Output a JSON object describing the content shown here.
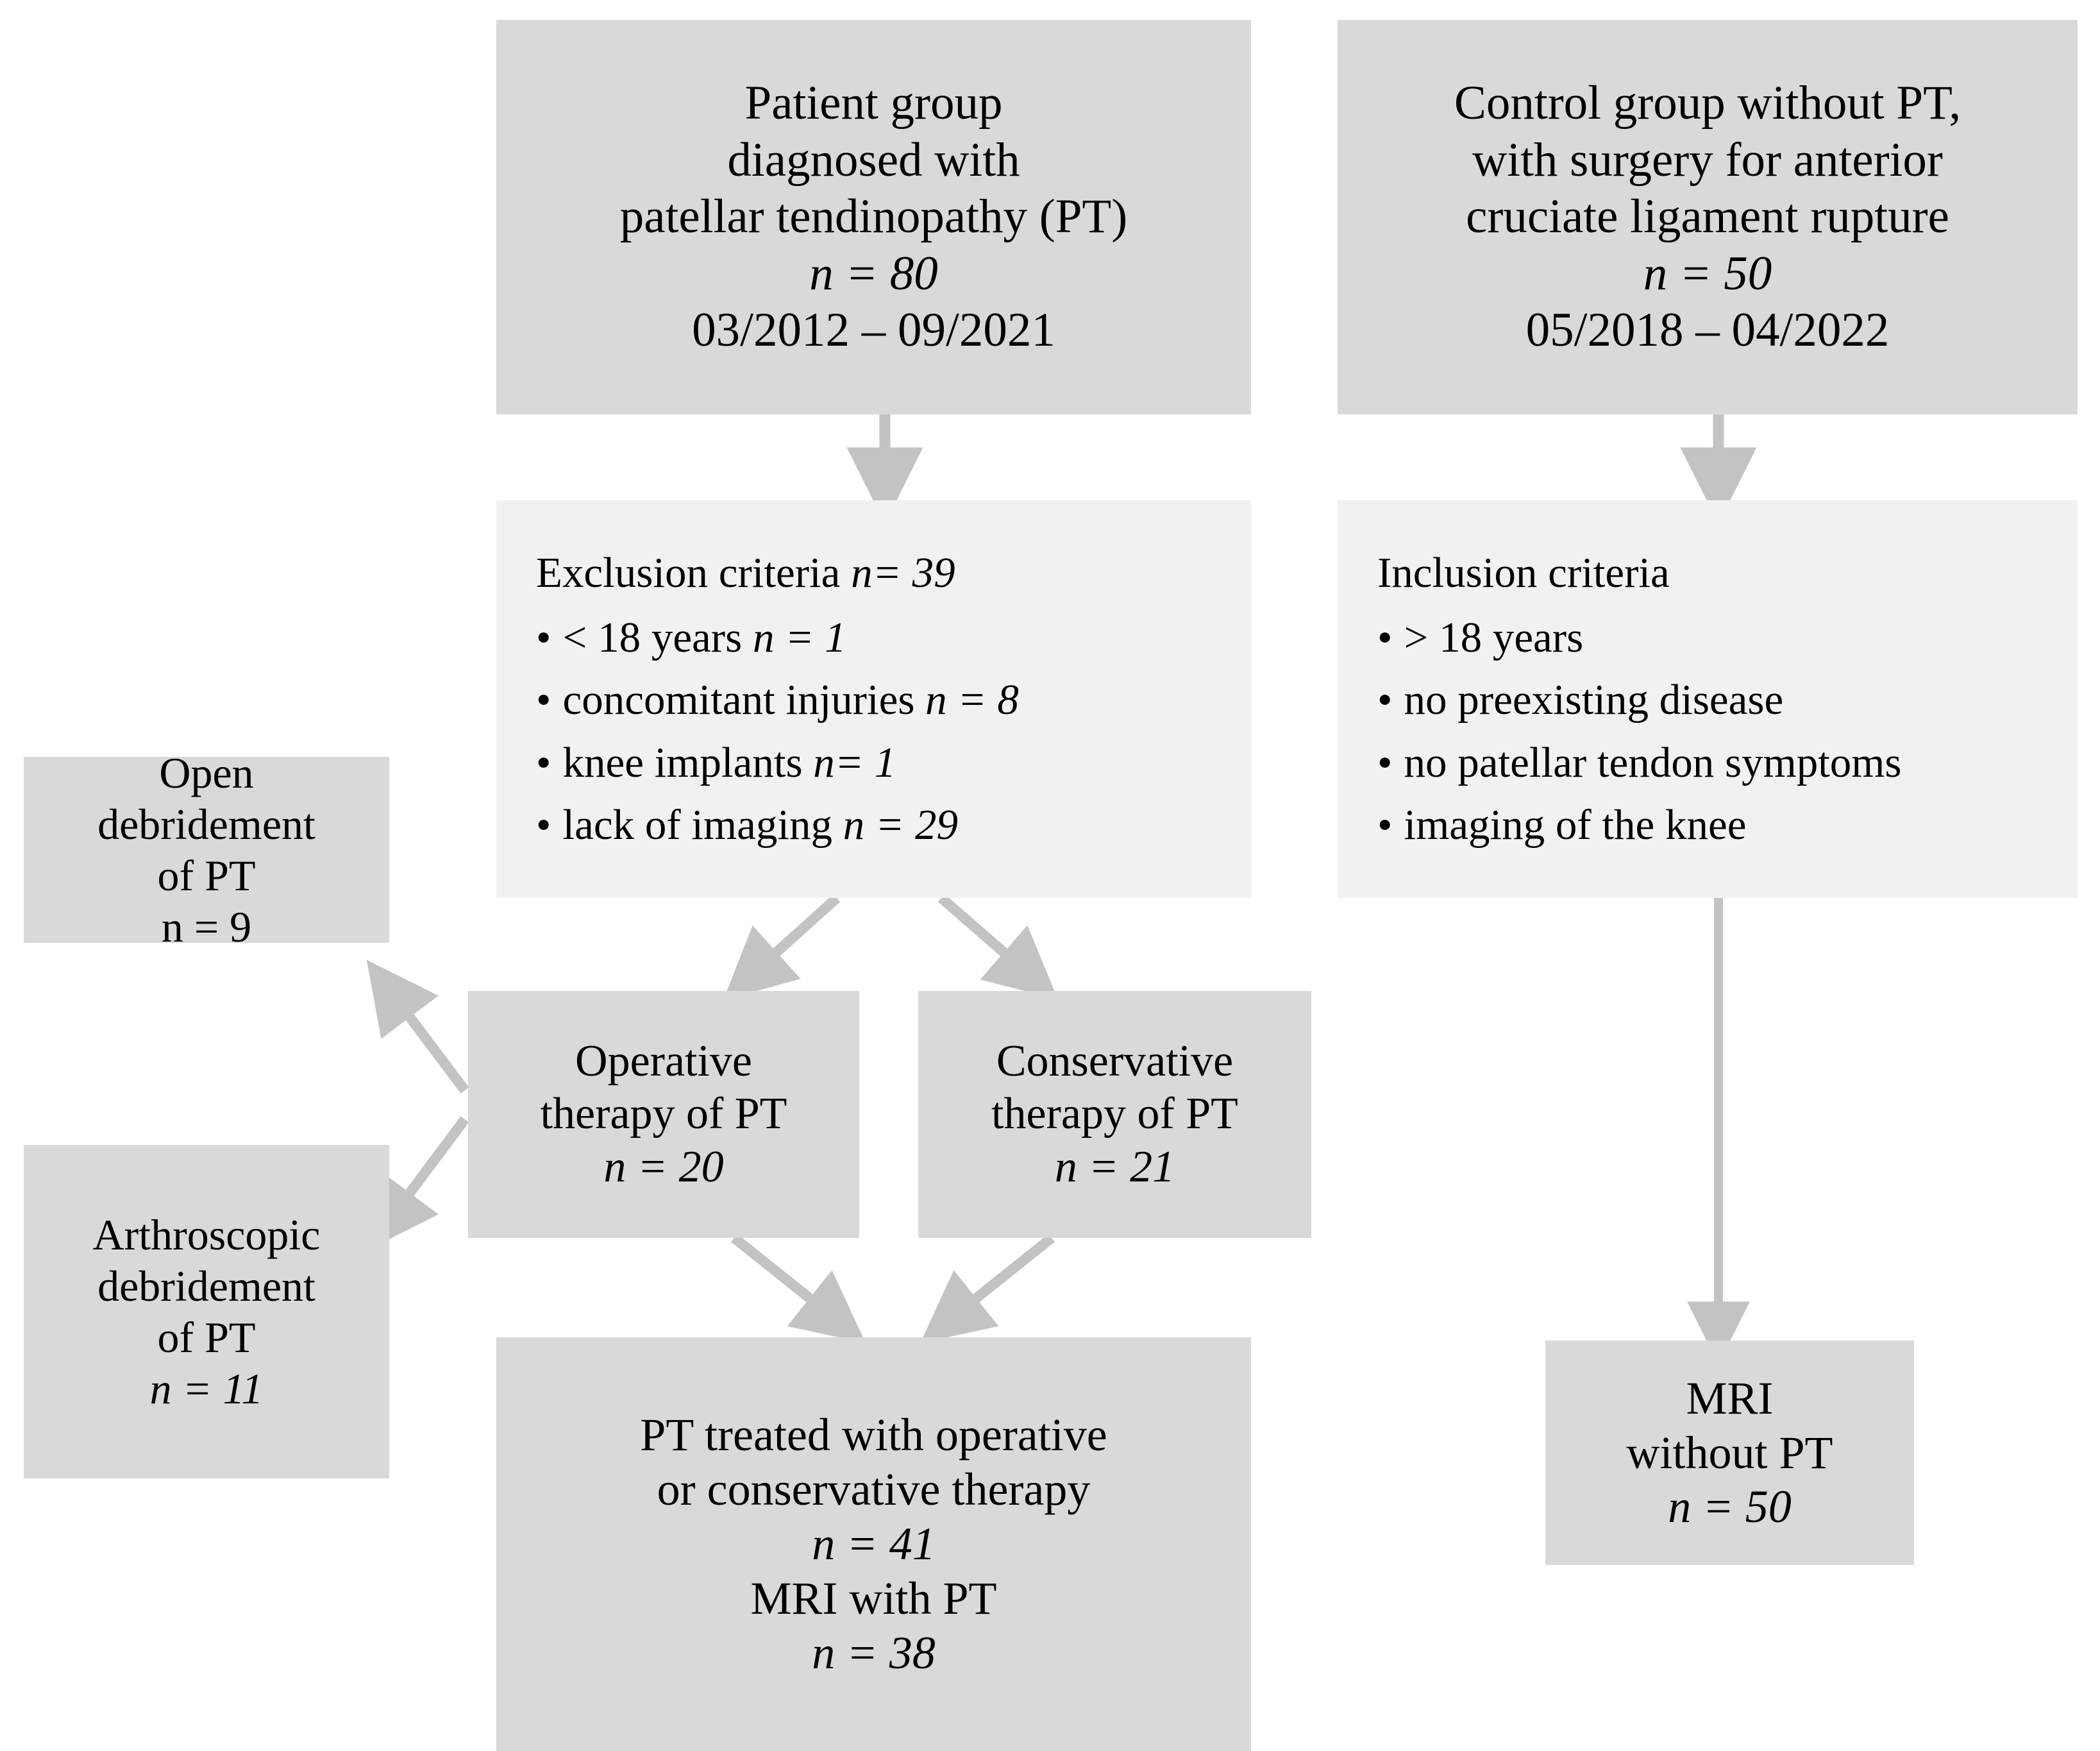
{
  "colors": {
    "box_fill": "#d9d9d9",
    "criteria_box_fill": "#f1f1f1",
    "arrow": "#c3c3c3",
    "text": "#000000",
    "page_background": "#ffffff"
  },
  "diagram": {
    "type": "flowchart",
    "title": "Patient and control group study flow",
    "boxes": {
      "patient_group": {
        "name": "Patient group",
        "lines": [
          "Patient group",
          "diagnosed with",
          "patellar tendinopathy (PT)"
        ],
        "n_label": "n = 80",
        "date_range": "03/2012 – 09/2021"
      },
      "control_group": {
        "name": "Control group",
        "lines": [
          "Control group without PT,",
          "with surgery for anterior",
          "cruciate ligament rupture"
        ],
        "n_label": "n = 50",
        "date_range": "05/2018 – 04/2022"
      },
      "exclusion_criteria": {
        "heading_text": "Exclusion criteria ",
        "heading_n": "n= 39",
        "bullet_char": "•",
        "items": [
          {
            "text": "< 18 years ",
            "n": "n = 1"
          },
          {
            "text": "concomitant injuries ",
            "n": "n = 8"
          },
          {
            "text": "knee implants ",
            "n": "n= 1"
          },
          {
            "text": "lack of imaging ",
            "n": "n = 29"
          }
        ]
      },
      "inclusion_criteria": {
        "heading_text": "Inclusion criteria",
        "heading_n": "",
        "bullet_char": "•",
        "items": [
          {
            "text": "> 18 years",
            "n": ""
          },
          {
            "text": "no preexisting disease",
            "n": ""
          },
          {
            "text": "no patellar tendon symptoms",
            "n": ""
          },
          {
            "text": "imaging of the knee",
            "n": ""
          }
        ]
      },
      "open_debridement": {
        "lines": [
          "Open",
          "debridement",
          "of PT"
        ],
        "n_label": "n = 9"
      },
      "arthroscopic_debridement": {
        "lines": [
          "Arthroscopic",
          "debridement",
          "of PT"
        ],
        "n_label": "n = 11"
      },
      "operative_therapy": {
        "lines": [
          "Operative",
          "therapy of PT"
        ],
        "n_label": "n = 20"
      },
      "conservative_therapy": {
        "lines": [
          "Conservative",
          "therapy of PT"
        ],
        "n_label": "n = 21"
      },
      "pt_treated": {
        "lines": [
          "PT treated with operative",
          "or conservative therapy"
        ],
        "n_label_1": "n = 41",
        "mri_line": "MRI with PT",
        "n_label_2": "n = 38"
      },
      "mri_without_pt": {
        "lines": [
          "MRI",
          "without PT"
        ],
        "n_label": "n = 50"
      }
    },
    "connections": [
      {
        "from": "patient_group",
        "to": "exclusion_criteria",
        "style": "single-arrow-down"
      },
      {
        "from": "control_group",
        "to": "inclusion_criteria",
        "style": "single-arrow-down"
      },
      {
        "from": "exclusion_criteria",
        "to": "operative_therapy",
        "style": "single-arrow-diagonal"
      },
      {
        "from": "exclusion_criteria",
        "to": "conservative_therapy",
        "style": "single-arrow-diagonal"
      },
      {
        "from": "operative_therapy",
        "to": "open_debridement",
        "style": "single-arrow-diagonal"
      },
      {
        "from": "operative_therapy",
        "to": "arthroscopic_debridement",
        "style": "single-arrow-diagonal"
      },
      {
        "from": "operative_therapy",
        "to": "pt_treated",
        "style": "single-arrow-diagonal"
      },
      {
        "from": "conservative_therapy",
        "to": "pt_treated",
        "style": "single-arrow-diagonal"
      },
      {
        "from": "inclusion_criteria",
        "to": "mri_without_pt",
        "style": "single-arrow-down"
      }
    ]
  }
}
